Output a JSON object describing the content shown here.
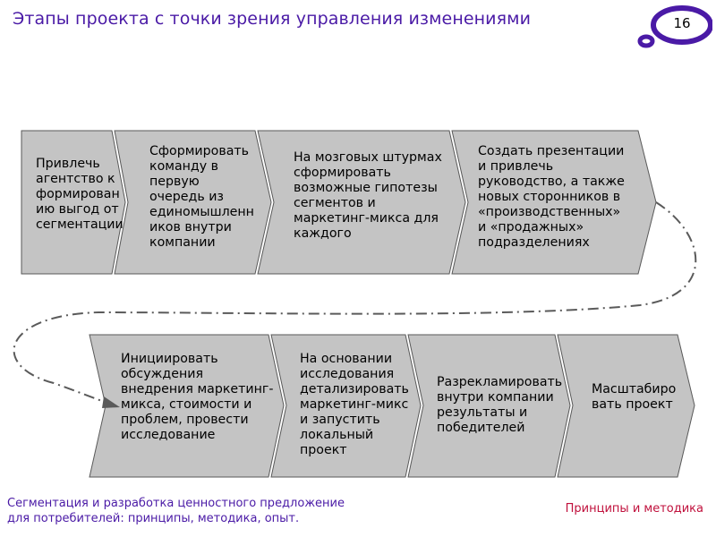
{
  "header": {
    "title": "Этапы проекта с точки зрения управления изменениями",
    "page_number": "16"
  },
  "colors": {
    "accent": "#4a1aa6",
    "footer_right": "#c0103c",
    "step_fill": "#c4c4c4",
    "step_stroke": "#595959"
  },
  "steps_row1": [
    {
      "lines": [
        "Привлечь",
        "агентство к",
        "формирован",
        "ию выгод от",
        "сегментации"
      ]
    },
    {
      "lines": [
        "Сформировать",
        "команду в",
        "первую",
        "очередь из",
        "единомышленн",
        "иков внутри",
        "компании"
      ]
    },
    {
      "lines": [
        "На мозговых штурмах",
        "сформировать",
        "возможные гипотезы",
        "сегментов и",
        "маркетинг-микса для",
        "каждого"
      ]
    },
    {
      "lines": [
        "Создать презентации",
        "и привлечь",
        "руководство, а также",
        "новых сторонников в",
        "«производственных»",
        "и «продажных»",
        "подразделениях"
      ]
    }
  ],
  "steps_row2": [
    {
      "lines": [
        "Инициировать",
        "обсуждения",
        "внедрения маркетинг-",
        "микса, стоимости и",
        "проблем, провести",
        "исследование"
      ]
    },
    {
      "lines": [
        "На основании",
        "исследования",
        "детализировать",
        "маркетинг-микс",
        "и запустить",
        "локальный",
        "проект"
      ]
    },
    {
      "lines": [
        "Разрекламировать",
        "внутри компании",
        "результаты и",
        "победителей"
      ]
    },
    {
      "lines": [
        "Масштабиро",
        "вать проект"
      ]
    }
  ],
  "footer": {
    "left_line1": "Сегментация и разработка ценностного предложение",
    "left_line2": "для потребителей: принципы, методика, опыт.",
    "right": "Принципы и методика"
  }
}
